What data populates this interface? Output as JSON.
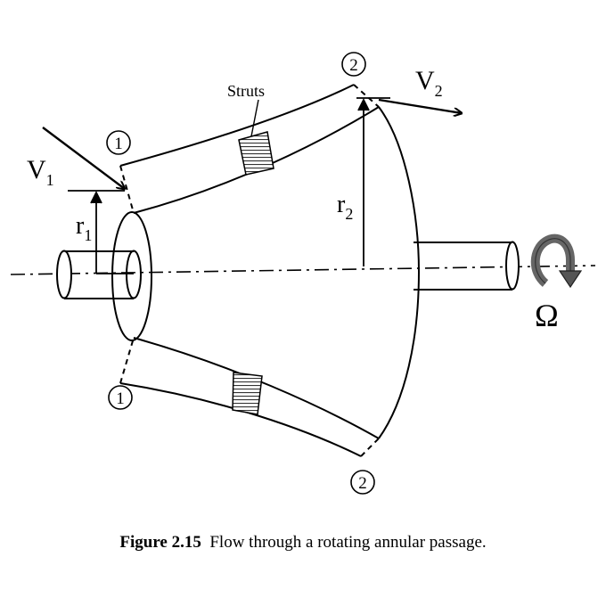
{
  "labels": {
    "struts": "Struts",
    "v1": "V",
    "v1_sub": "1",
    "v2": "V",
    "v2_sub": "2",
    "r1": "r",
    "r1_sub": "1",
    "r2": "r",
    "r2_sub": "2",
    "omega": "Ω",
    "station_1": "1",
    "station_2": "2"
  },
  "caption": {
    "figure": "Figure 2.15",
    "text": "Flow through a rotating annular passage."
  }
}
